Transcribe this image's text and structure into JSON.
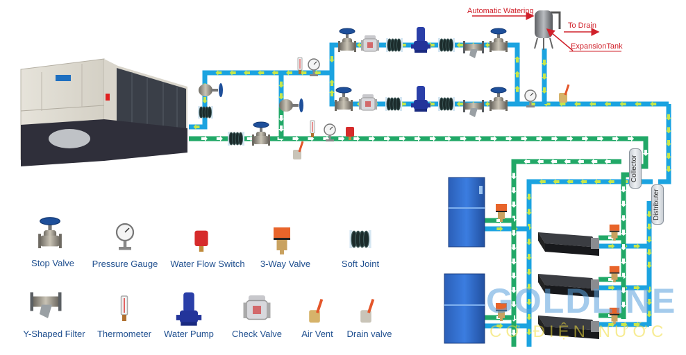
{
  "diagram": {
    "title": "Chiller water system piping schematic",
    "annotations": {
      "automatic_watering": "Automatic Watering",
      "to_drain": "To Drain",
      "expansion_tank": "ExpansionTank"
    },
    "headers": {
      "collector": "Collector",
      "distributor": "Distributer"
    },
    "colors": {
      "supply_pipe": "#1ba3e0",
      "return_pipe": "#21a867",
      "flow_arrow_supply": "#c8e64a",
      "flow_arrow_return": "#ffffff",
      "annotation_red": "#d0202a",
      "legend_text": "#1f4f8f"
    },
    "equipment": {
      "chiller": "Air-cooled chiller unit",
      "pumps_parallel": 2,
      "air_handling_units": 2,
      "fan_coil_units": 3
    }
  },
  "legend": {
    "row1": [
      {
        "label": "Stop Valve",
        "icon": "stop-valve-icon"
      },
      {
        "label": "Pressure Gauge",
        "icon": "pressure-gauge-icon"
      },
      {
        "label": "Water Flow Switch",
        "icon": "water-flow-switch-icon"
      },
      {
        "label": "3-Way Valve",
        "icon": "three-way-valve-icon"
      },
      {
        "label": "Soft Joint",
        "icon": "soft-joint-icon"
      }
    ],
    "row2": [
      {
        "label": "Y-Shaped Filter",
        "icon": "y-filter-icon"
      },
      {
        "label": "Thermometer",
        "icon": "thermometer-icon"
      },
      {
        "label": "Water Pump",
        "icon": "water-pump-icon"
      },
      {
        "label": "Check Valve",
        "icon": "check-valve-icon"
      },
      {
        "label": "Air Vent",
        "icon": "air-vent-icon"
      },
      {
        "label": "Drain valve",
        "icon": "drain-valve-icon"
      }
    ]
  },
  "watermark": {
    "brand": "GOLDLINE",
    "tagline": "CƠ ĐIỆN NƯỚC"
  }
}
